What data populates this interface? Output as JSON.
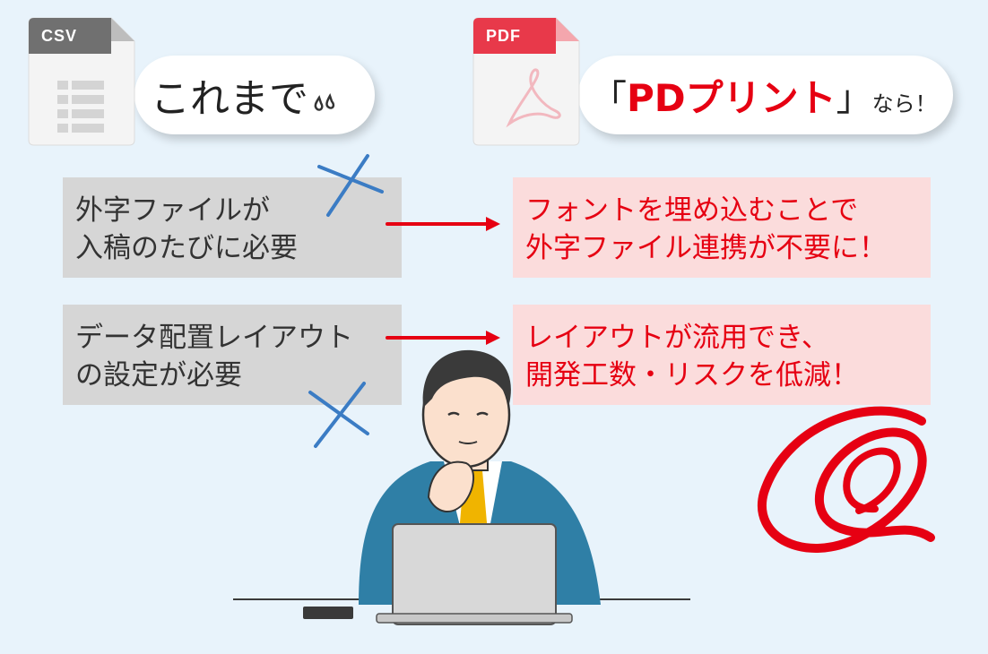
{
  "left_header": {
    "file_tag": "CSV",
    "title": "これまで",
    "tag_color": "#707070"
  },
  "right_header": {
    "file_tag": "PDF",
    "bracket_open": "「",
    "brand": "PDプリント",
    "bracket_close": "」",
    "suffix": "なら！",
    "tag_color": "#e8394a",
    "brand_color": "#e60012"
  },
  "rows": [
    {
      "before": [
        "外字ファイルが",
        "入稿のたびに必要"
      ],
      "after": [
        "フォントを埋め込むことで",
        "外字ファイル連携が不要に！"
      ]
    },
    {
      "before": [
        "データ配置レイアウト",
        "の設定が必要"
      ],
      "after": [
        "レイアウトが流用でき、",
        "開発工数・リスクを低減！"
      ]
    }
  ],
  "colors": {
    "background": "#e8f3fb",
    "gray_box": "#d6d6d6",
    "red_box": "#fbdcdc",
    "accent_red": "#e60012",
    "cross_blue": "#3b7cc4"
  }
}
